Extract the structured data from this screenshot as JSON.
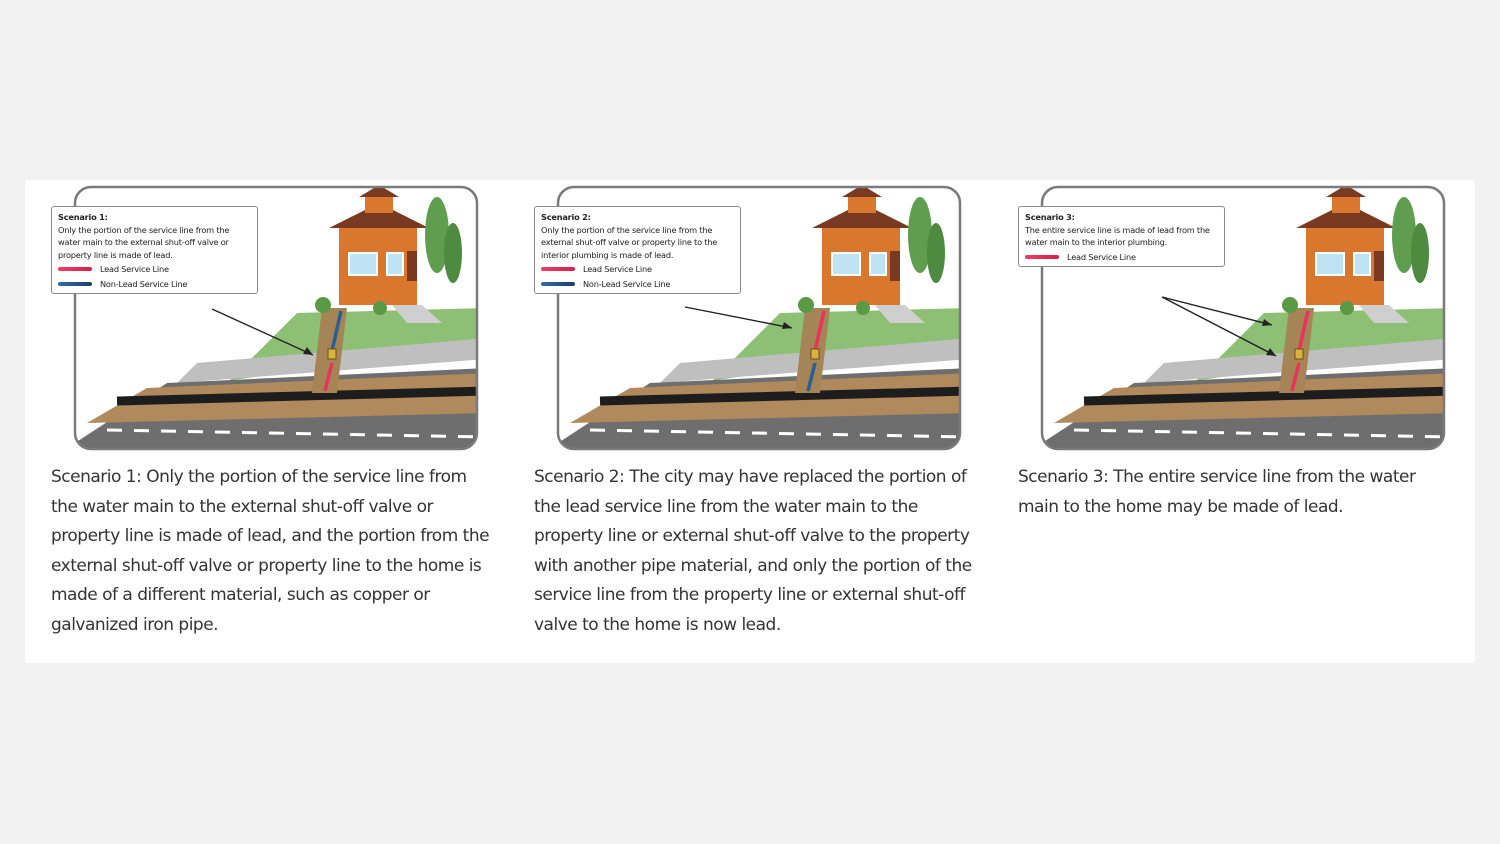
{
  "colors": {
    "background": "#f2f2f2",
    "panel": "#ffffff",
    "lead_line": "#e8335c",
    "non_lead_line": "#2a5f95",
    "caption_text": "#333333"
  },
  "scenarios": [
    {
      "callout": {
        "title": "Scenario 1:",
        "body": "Only the portion of the service line from the water main to the external shut-off valve or property line is made of lead.",
        "legend": [
          {
            "swatch": "lead",
            "label": "Lead Service Line"
          },
          {
            "swatch": "non-lead",
            "label": "Non-Lead Service Line"
          }
        ]
      },
      "pipe": "lead-then-nonlead",
      "caption": "Scenario 1: Only the portion of the service line from the water main to the external shut-off valve or property line is made of lead, and the portion from the external shut-off valve or property line to the home is made of a different material, such as copper or galvanized iron pipe."
    },
    {
      "callout": {
        "title": "Scenario 2:",
        "body": "Only the portion of the service line from the external shut-off valve or property line to the interior plumbing is made of lead.",
        "legend": [
          {
            "swatch": "lead",
            "label": "Lead Service Line"
          },
          {
            "swatch": "non-lead",
            "label": "Non-Lead Service Line"
          }
        ]
      },
      "pipe": "nonlead-then-lead",
      "caption": "Scenario 2: The city may have replaced the portion of the lead service line from the water main to the property line or external shut-off valve to the property with another pipe material, and only the portion of the service line from the property line or external shut-off valve to the home is now lead."
    },
    {
      "callout": {
        "title": "Scenario 3:",
        "body": "The entire service line is made of lead from the water main to the interior plumbing.",
        "legend": [
          {
            "swatch": "lead",
            "label": "Lead Service Line"
          }
        ]
      },
      "pipe": "all-lead",
      "caption": "Scenario 3: The entire service line from the water main to the home may be made of lead."
    }
  ]
}
